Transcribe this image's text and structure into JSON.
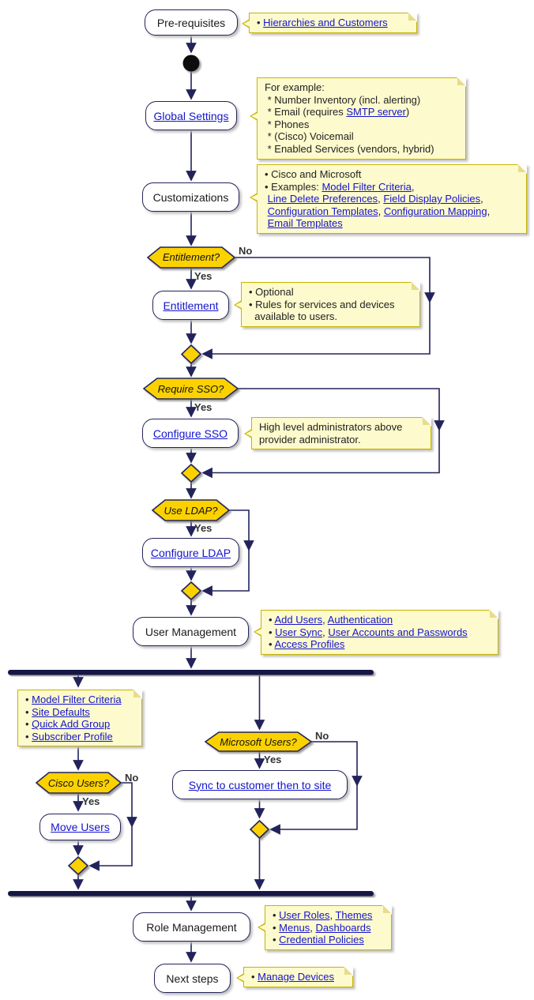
{
  "colors": {
    "line": "#23235C",
    "gold": "#FBD200",
    "note_bg": "#FDFACD",
    "note_border": "#C8B400",
    "link": "#1414CE",
    "bar": "#141446",
    "text": "#1A1A1A",
    "branch": "#333333"
  },
  "activities": {
    "prerequisites": {
      "label": "Pre-requisites"
    },
    "global_settings": {
      "label": "Global Settings"
    },
    "customizations": {
      "label": "Customizations"
    },
    "entitlement": {
      "label": "Entitlement"
    },
    "configure_sso": {
      "label": "Configure SSO"
    },
    "configure_ldap": {
      "label": "Configure LDAP"
    },
    "user_management": {
      "label": "User Management"
    },
    "move_users": {
      "label": "Move Users"
    },
    "sync_to_site": {
      "label": "Sync to customer then to site"
    },
    "role_management": {
      "label": "Role Management"
    },
    "next_steps": {
      "label": "Next steps"
    }
  },
  "decisions": {
    "entitlement": "Entitlement?",
    "require_sso": "Require SSO?",
    "use_ldap": "Use LDAP?",
    "cisco_users": "Cisco Users?",
    "microsoft_users": "Microsoft Users?"
  },
  "branch_labels": {
    "yes": "Yes",
    "no": "No"
  },
  "notes": {
    "prerequisites": {
      "lines": [
        [
          {
            "t": "• ",
            "l": 0
          },
          {
            "t": "Hierarchies and Customers",
            "l": 1
          }
        ]
      ]
    },
    "global_settings": {
      "lines": [
        [
          {
            "t": "For example:",
            "l": 0
          }
        ],
        [
          {
            "t": " * Number Inventory (incl. alerting)",
            "l": 0
          }
        ],
        [
          {
            "t": " * Email (requires ",
            "l": 0
          },
          {
            "t": "SMTP server",
            "l": 1
          },
          {
            "t": ")",
            "l": 0
          }
        ],
        [
          {
            "t": " * Phones",
            "l": 0
          }
        ],
        [
          {
            "t": " * (Cisco) Voicemail",
            "l": 0
          }
        ],
        [
          {
            "t": " * Enabled Services (vendors, hybrid)",
            "l": 0
          }
        ]
      ]
    },
    "customizations": {
      "lines": [
        [
          {
            "t": "• Cisco and Microsoft",
            "l": 0
          }
        ],
        [
          {
            "t": "• Examples: ",
            "l": 0
          },
          {
            "t": "Model Filter Criteria",
            "l": 1
          },
          {
            "t": ",",
            "l": 0
          }
        ],
        [
          {
            "t": " ",
            "l": 0
          },
          {
            "t": "Line Delete Preferences",
            "l": 1
          },
          {
            "t": ", ",
            "l": 0
          },
          {
            "t": "Field Display Policies",
            "l": 1
          },
          {
            "t": ",",
            "l": 0
          }
        ],
        [
          {
            "t": " ",
            "l": 0
          },
          {
            "t": "Configuration Templates",
            "l": 1
          },
          {
            "t": ", ",
            "l": 0
          },
          {
            "t": "Configuration Mapping",
            "l": 1
          },
          {
            "t": ",",
            "l": 0
          }
        ],
        [
          {
            "t": " ",
            "l": 0
          },
          {
            "t": "Email Templates",
            "l": 1
          }
        ]
      ]
    },
    "entitlement": {
      "lines": [
        [
          {
            "t": "• Optional",
            "l": 0
          }
        ],
        [
          {
            "t": "• Rules for services and devices",
            "l": 0
          }
        ],
        [
          {
            "t": "  available to users.",
            "l": 0
          }
        ]
      ]
    },
    "configure_sso": {
      "lines": [
        [
          {
            "t": "High level administrators above",
            "l": 0
          }
        ],
        [
          {
            "t": "provider administrator.",
            "l": 0
          }
        ]
      ]
    },
    "user_management": {
      "lines": [
        [
          {
            "t": "• ",
            "l": 0
          },
          {
            "t": "Add Users",
            "l": 1
          },
          {
            "t": ", ",
            "l": 0
          },
          {
            "t": "Authentication",
            "l": 1
          }
        ],
        [
          {
            "t": "• ",
            "l": 0
          },
          {
            "t": "User Sync",
            "l": 1
          },
          {
            "t": ", ",
            "l": 0
          },
          {
            "t": "User Accounts and Passwords",
            "l": 1
          }
        ],
        [
          {
            "t": "• ",
            "l": 0
          },
          {
            "t": "Access Profiles",
            "l": 1
          }
        ]
      ]
    },
    "site_setup": {
      "lines": [
        [
          {
            "t": "• ",
            "l": 0
          },
          {
            "t": "Model Filter Criteria",
            "l": 1
          }
        ],
        [
          {
            "t": "• ",
            "l": 0
          },
          {
            "t": "Site Defaults",
            "l": 1
          }
        ],
        [
          {
            "t": "• ",
            "l": 0
          },
          {
            "t": "Quick Add Group",
            "l": 1
          }
        ],
        [
          {
            "t": "• ",
            "l": 0
          },
          {
            "t": "Subscriber Profile",
            "l": 1
          }
        ]
      ]
    },
    "role_management": {
      "lines": [
        [
          {
            "t": "• ",
            "l": 0
          },
          {
            "t": "User Roles",
            "l": 1
          },
          {
            "t": ", ",
            "l": 0
          },
          {
            "t": "Themes",
            "l": 1
          }
        ],
        [
          {
            "t": "• ",
            "l": 0
          },
          {
            "t": "Menus",
            "l": 1
          },
          {
            "t": ", ",
            "l": 0
          },
          {
            "t": "Dashboards",
            "l": 1
          }
        ],
        [
          {
            "t": "• ",
            "l": 0
          },
          {
            "t": "Credential Policies",
            "l": 1
          }
        ]
      ]
    },
    "next_steps": {
      "lines": [
        [
          {
            "t": "• ",
            "l": 0
          },
          {
            "t": "Manage Devices",
            "l": 1
          }
        ]
      ]
    }
  }
}
